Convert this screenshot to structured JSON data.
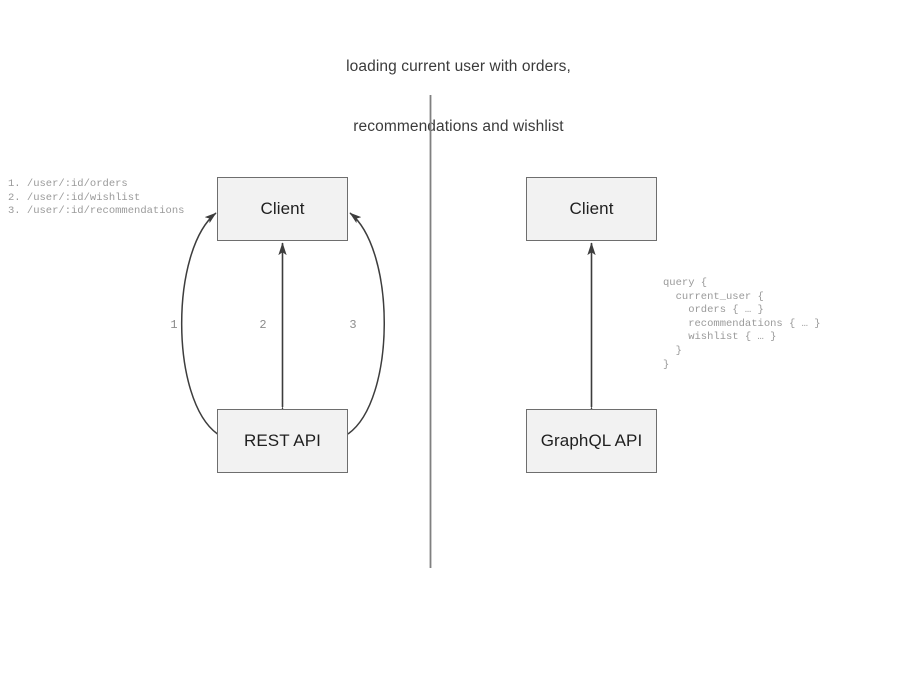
{
  "title": {
    "line1": "loading current user with orders,",
    "line2": "recommendations and wishlist"
  },
  "colors": {
    "node_fill": "#f2f2f2",
    "node_border": "#6e6e6e",
    "edge": "#3d3d3d",
    "divider": "#808080",
    "code_text": "#9a9a9a",
    "title_text": "#3b3b3b",
    "node_text": "#1f1f1f"
  },
  "rest_side": {
    "client_label": "Client",
    "api_label": "REST API",
    "endpoints": "1. /user/:id/orders\n2. /user/:id/wishlist\n3. /user/:id/recommendations",
    "endpoint_items": [
      {
        "number": "1.",
        "path": "/user/:id/orders"
      },
      {
        "number": "2.",
        "path": "/user/:id/wishlist"
      },
      {
        "number": "3.",
        "path": "/user/:id/recommendations"
      }
    ],
    "edge_labels": [
      "1",
      "2",
      "3"
    ],
    "edge_count": 3
  },
  "graphql_side": {
    "client_label": "Client",
    "api_label": "GraphQL API",
    "query": "query {\n  current_user {\n    orders { … }\n    recommendations { … }\n    wishlist { … }\n  }\n}",
    "query_lines": [
      "query {",
      "  current_user {",
      "    orders { … }",
      "    recommendations { … }",
      "    wishlist { … }",
      "  }",
      "}"
    ],
    "edge_count": 1
  }
}
